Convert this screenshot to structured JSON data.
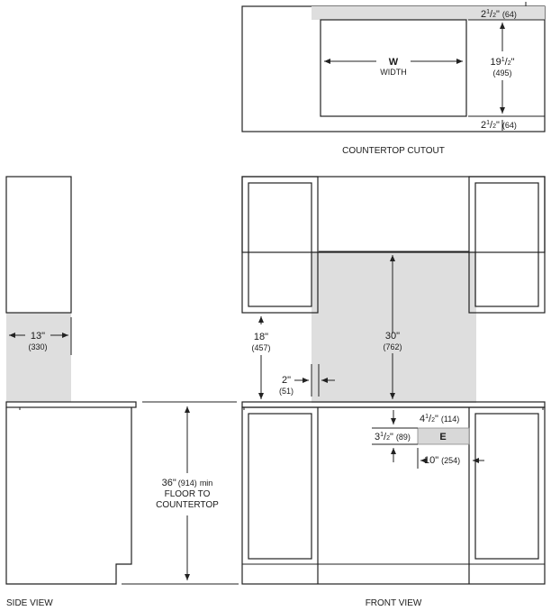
{
  "countertop_cutout": {
    "title": "COUNTERTOP CUTOUT",
    "top_dim": {
      "whole": "2",
      "frac_num": "1",
      "frac_den": "2",
      "mm": "(64)"
    },
    "depth_dim": {
      "whole": "19",
      "frac_num": "1",
      "frac_den": "2",
      "mm": "(495)"
    },
    "bottom_dim": {
      "whole": "2",
      "frac_num": "1",
      "frac_den": "2",
      "mm": "(64)"
    },
    "width_letter": "W",
    "width_word": "WIDTH"
  },
  "side_view": {
    "title": "SIDE VIEW",
    "depth": "13\"",
    "depth_mm": "(330)",
    "height_line1_in": "36\"",
    "height_line1_mm": "(914)",
    "height_line1_suffix": "min",
    "height_line2": "FLOOR TO",
    "height_line3": "COUNTERTOP"
  },
  "front_view": {
    "title": "FRONT VIEW",
    "cab_clear": "18\"",
    "cab_clear_mm": "(457)",
    "hood_clear": "30\"",
    "hood_clear_mm": "(762)",
    "side_gap": "2\"",
    "side_gap_mm": "(51)",
    "e_top": {
      "whole": "4",
      "frac_num": "1",
      "frac_den": "2",
      "mm": "(114)"
    },
    "e_height": {
      "whole": "3",
      "frac_num": "1",
      "frac_den": "2",
      "mm": "(89)"
    },
    "e_label": "E",
    "e_offset": "10\"",
    "e_offset_mm": "(254)"
  }
}
